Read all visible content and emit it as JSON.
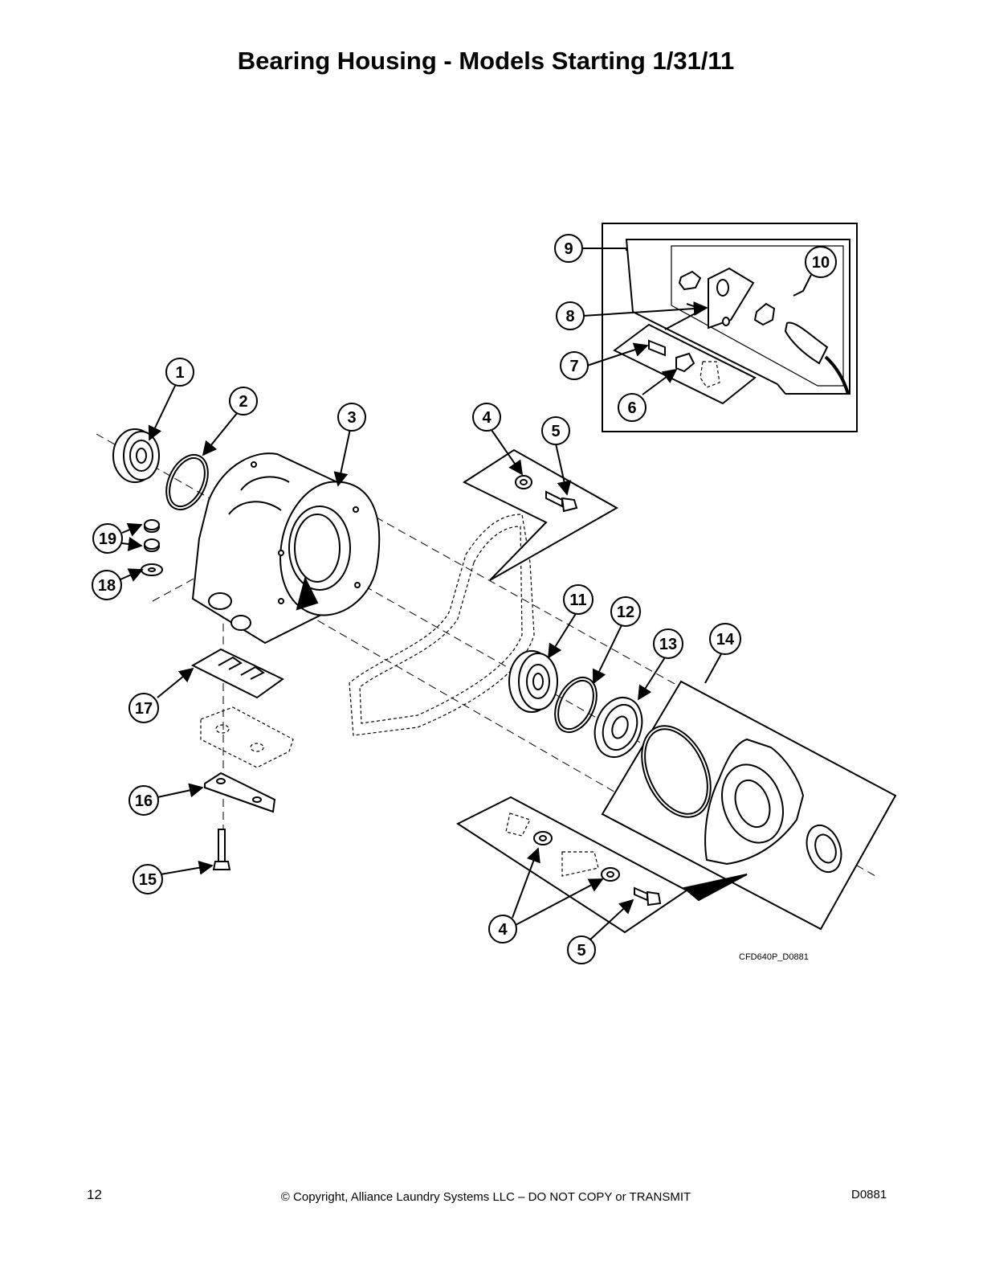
{
  "page": {
    "title": "Bearing Housing - Models Starting 1/31/11",
    "figure_id": "CFD640P_D0881",
    "page_number": "12",
    "copyright": "© Copyright, Alliance Laundry Systems LLC – DO NOT COPY or TRANSMIT",
    "doc_id": "D0881"
  },
  "callouts": [
    "1",
    "2",
    "3",
    "4",
    "5",
    "6",
    "7",
    "8",
    "9",
    "10",
    "11",
    "12",
    "13",
    "14",
    "15",
    "16",
    "17",
    "18",
    "19",
    "4",
    "5"
  ]
}
